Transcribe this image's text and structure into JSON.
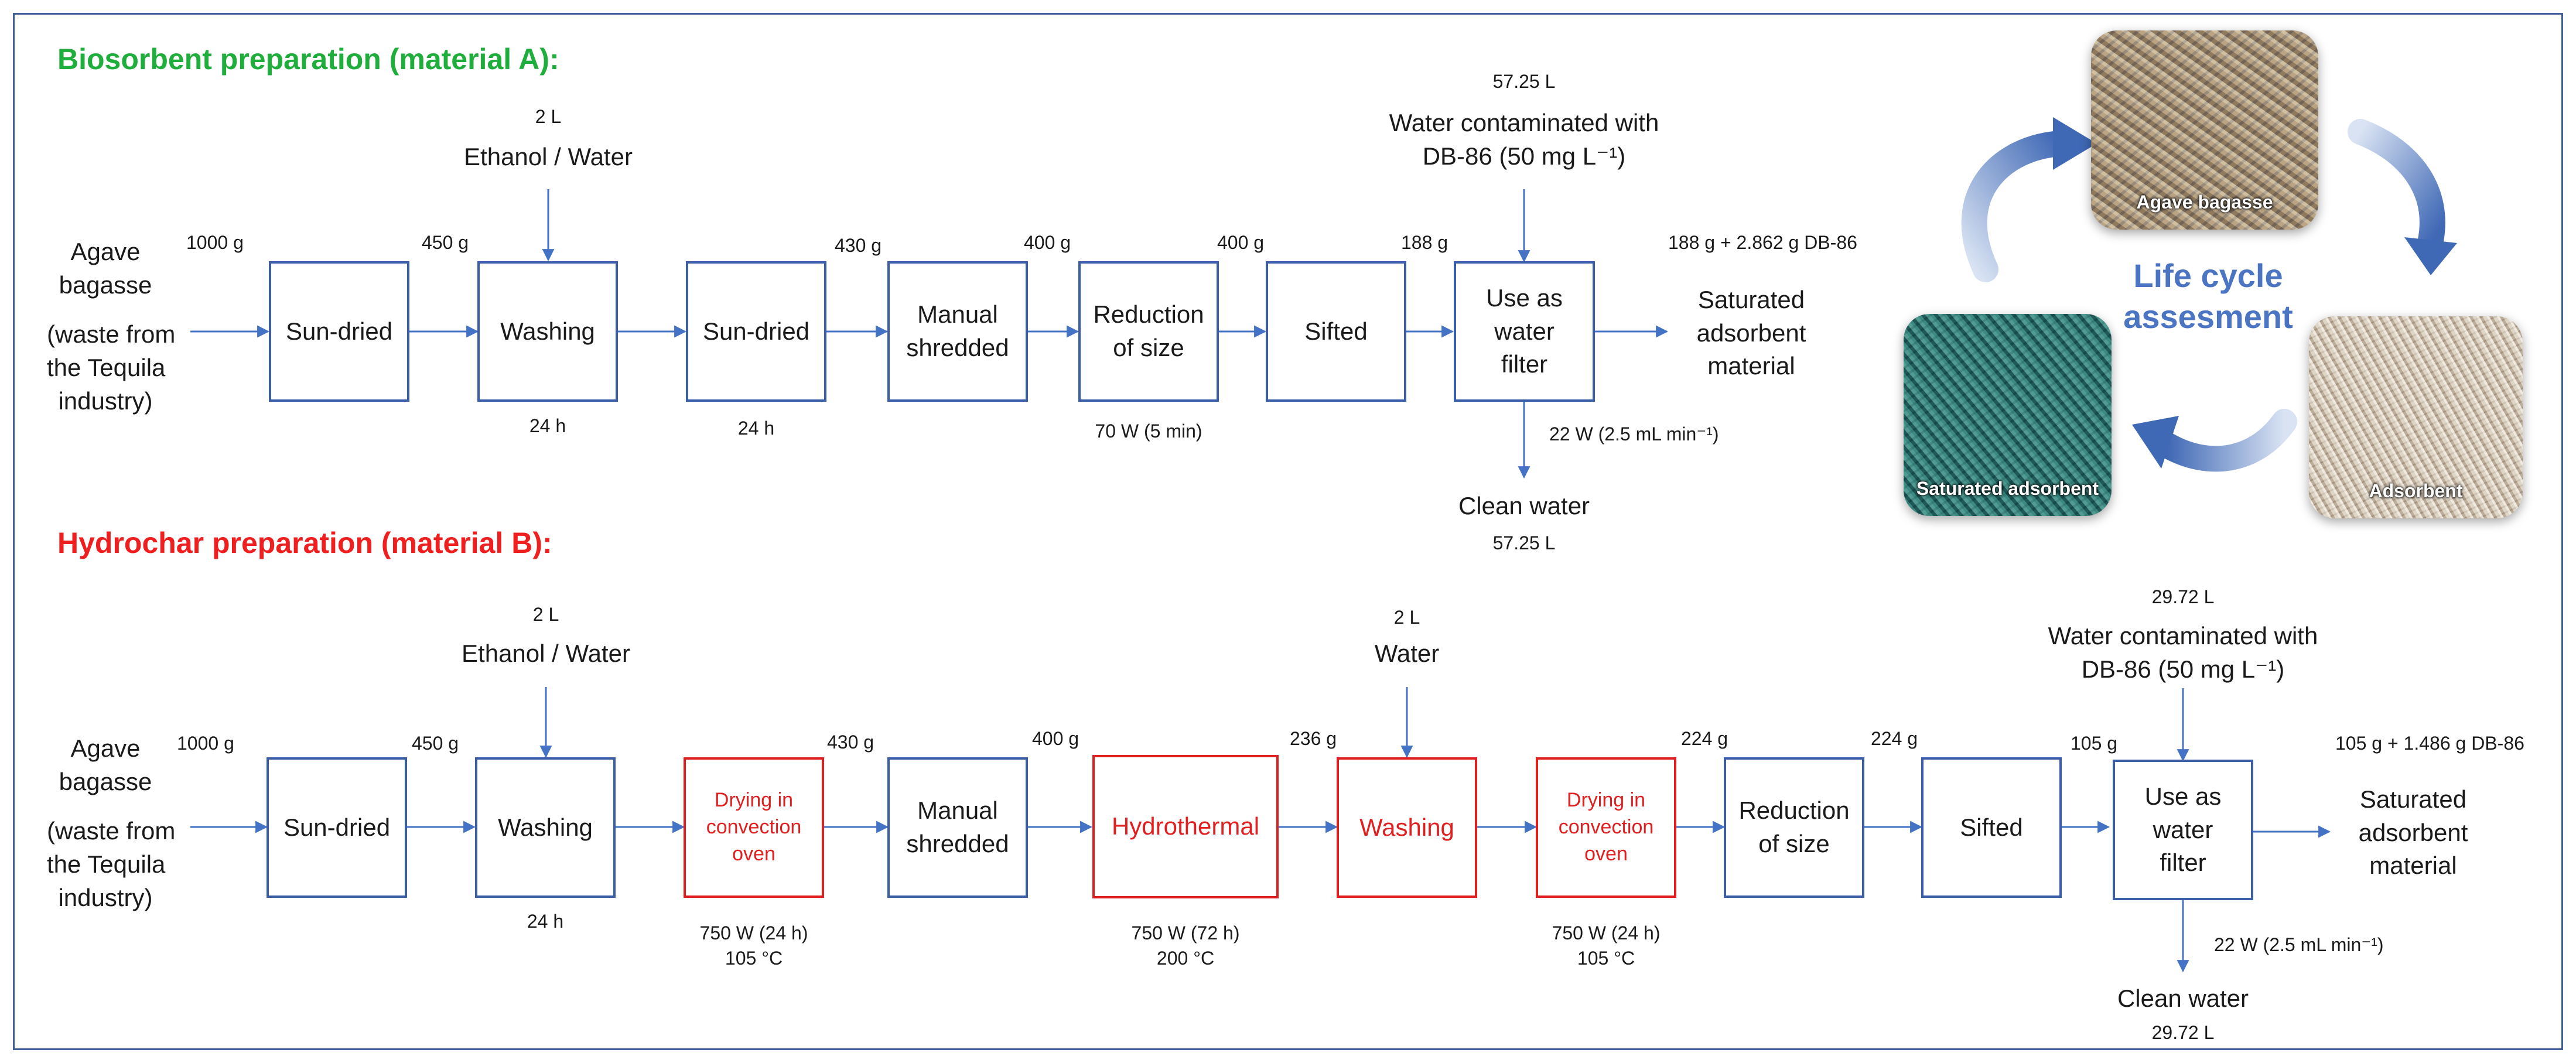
{
  "colors": {
    "box_blue": "#3b5eab",
    "box_red": "#e02020",
    "heading_green": "#1fae3c",
    "heading_red": "#ef1f1f",
    "lca_text": "#4b74c3",
    "frame": "#3f5f9a"
  },
  "section_a": {
    "title": "Biosorbent preparation (material A):",
    "source": [
      "Agave",
      "bagasse",
      "",
      "(waste from",
      "the Tequila",
      "industry)"
    ],
    "masses": [
      "1000 g",
      "450 g",
      "430 g",
      "400 g",
      "400 g",
      "188 g"
    ],
    "inputs": {
      "ethanol_amount": "2 L",
      "ethanol_label": "Ethanol / Water",
      "contam_amount": "57.25 L",
      "contam_label_1": "Water contaminated with",
      "contam_label_2": "DB-86 (50 mg L⁻¹)"
    },
    "steps": [
      "Sun-dried",
      "Washing",
      "Sun-dried",
      "Manual\nshredded",
      "Reduction\nof size",
      "Sifted",
      "Use as\nwater\nfilter"
    ],
    "step_notes": {
      "washing": "24 h",
      "sun_dried_2": "24 h",
      "reduction": "70 W (5 min)",
      "filter": "22 W (2.5 mL min⁻¹)"
    },
    "output_mass": "188 g + 2.862 g DB-86",
    "output": [
      "Saturated",
      "adsorbent",
      "material"
    ],
    "clean_water": "Clean water",
    "clean_amount": "57.25 L"
  },
  "section_b": {
    "title": "Hydrochar preparation (material B):",
    "source": [
      "Agave",
      "bagasse",
      "",
      "(waste from",
      "the Tequila",
      "industry)"
    ],
    "masses": [
      "1000 g",
      "450 g",
      "430 g",
      "400 g",
      "236 g",
      "224 g",
      "224 g",
      "105 g"
    ],
    "inputs": {
      "ethanol_amount": "2 L",
      "ethanol_label": "Ethanol / Water",
      "water_amount": "2 L",
      "water_label": "Water",
      "contam_amount": "29.72 L",
      "contam_label_1": "Water contaminated with",
      "contam_label_2": "DB-86 (50 mg L⁻¹)"
    },
    "steps": [
      "Sun-dried",
      "Washing",
      "Drying in\nconvection\noven",
      "Manual\nshredded",
      "Hydrothermal",
      "Washing",
      "Drying in\nconvection\noven",
      "Reduction\nof size",
      "Sifted",
      "Use as\nwater\nfilter"
    ],
    "step_notes": {
      "washing": "24 h",
      "oven1_power": "750 W (24 h)",
      "oven1_temp": "105 °C",
      "hydro_power": "750 W (72 h)",
      "hydro_temp": "200 °C",
      "oven2_power": "750 W (24 h)",
      "oven2_temp": "105 °C",
      "filter": "22 W (2.5 mL min⁻¹)"
    },
    "output_mass": "105 g + 1.486 g DB-86",
    "output": [
      "Saturated",
      "adsorbent",
      "material"
    ],
    "clean_water": "Clean water",
    "clean_amount": "29.72 L"
  },
  "lca": {
    "title": "Life cycle\nassesment",
    "photos": [
      {
        "caption": "Agave bagasse",
        "icon": "agave-bagasse-photo"
      },
      {
        "caption": "Adsorbent",
        "icon": "adsorbent-photo"
      },
      {
        "caption": "Saturated adsorbent",
        "icon": "saturated-adsorbent-photo"
      }
    ]
  }
}
